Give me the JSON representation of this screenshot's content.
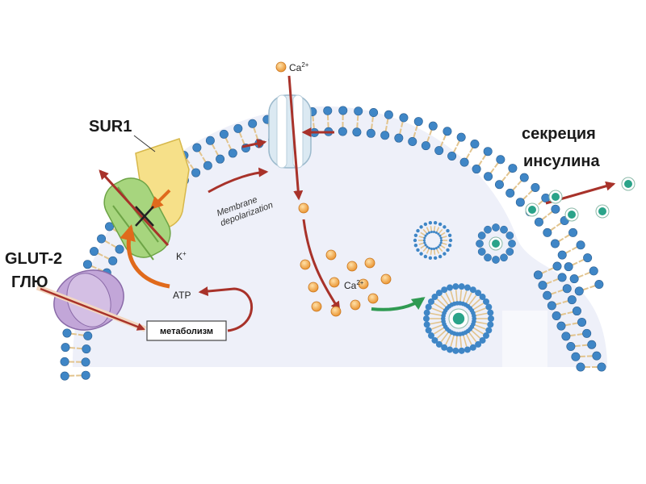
{
  "labels": {
    "sur1": "SUR1",
    "glut2": "GLUT-2",
    "glucose": "ГЛЮ",
    "metabolism": "метаболизм",
    "atp": "ATP",
    "k_ion": "K",
    "k_charge": "+",
    "ca_ion": "Ca",
    "ca_charge": "2+",
    "depolarization_line1": "Membrane",
    "depolarization_line2": "depolarization",
    "secretion_line1": "секреция",
    "secretion_line2": "инсулина"
  },
  "colors": {
    "membrane_head": "#3f86c6",
    "lipid_tail": "#e2c48e",
    "cytoplasm": "#eef0f9",
    "sur1": "#f6e089",
    "k_channel": "#a7d57e",
    "glut2": "#c2a6d8",
    "ca_channel": "#dbe9f2",
    "arrow_red": "#a8322a",
    "arrow_orange": "#e06a1c",
    "arrow_green": "#2f9a52",
    "calcium": "#f0a23a",
    "insulin": "#2aa389"
  }
}
